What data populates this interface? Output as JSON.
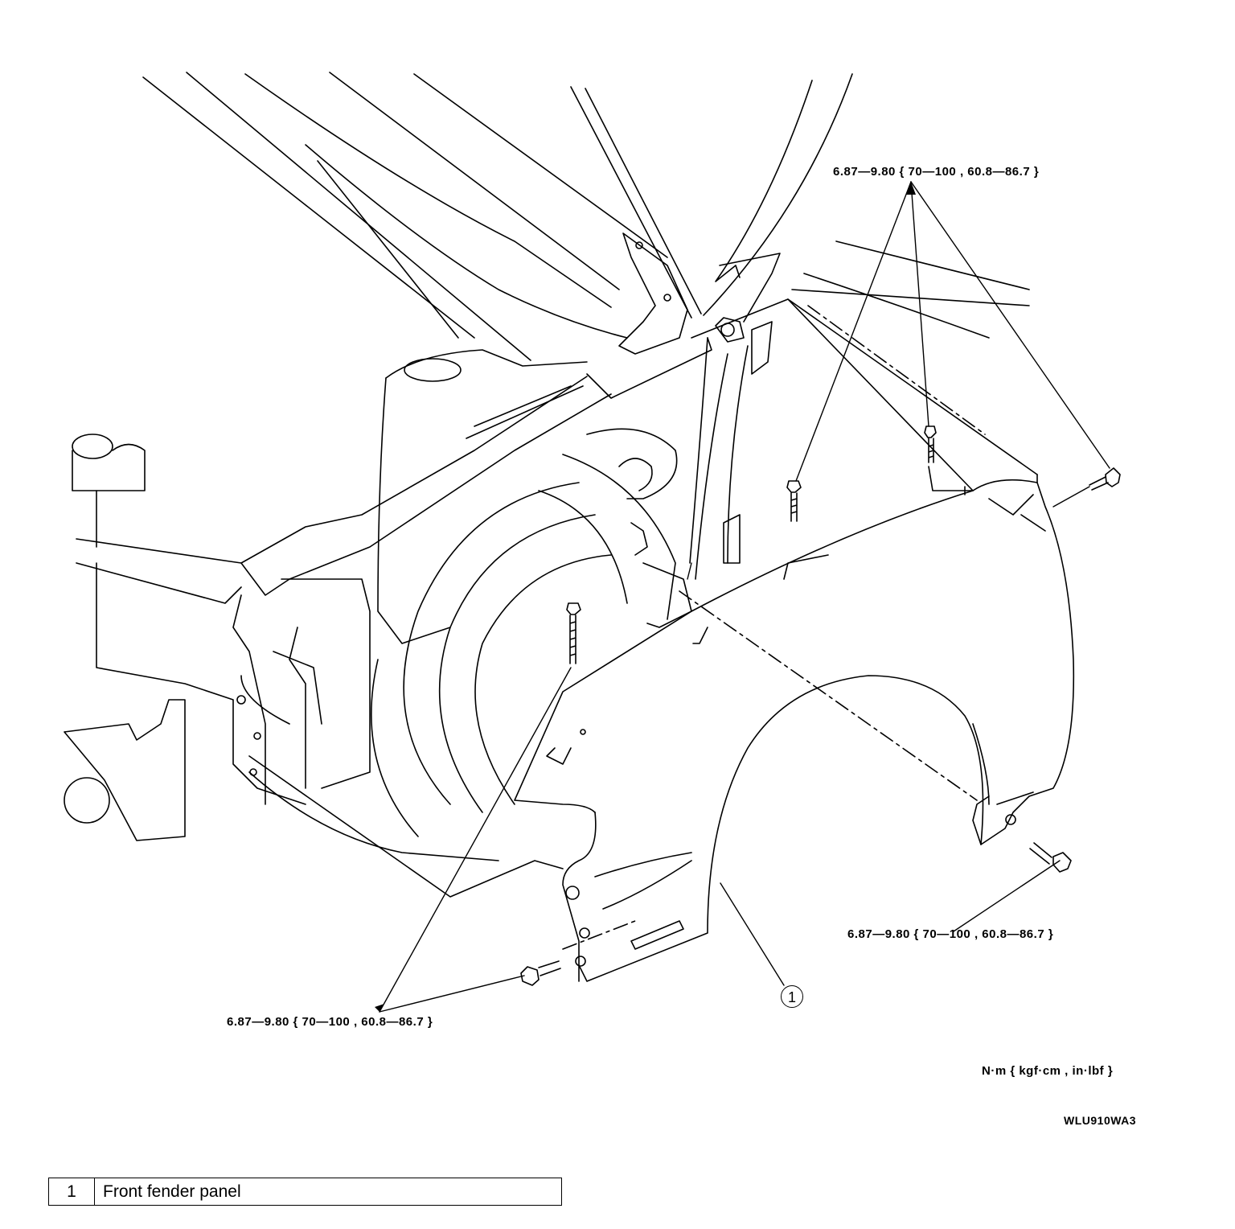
{
  "torque_labels": {
    "top": "6.87—9.80 { 70—100 , 60.8—86.7 }",
    "right": "6.87—9.80 { 70—100 , 60.8—86.7 }",
    "bottom": "6.87—9.80 { 70—100 , 60.8—86.7 }"
  },
  "units": "N·m { kgf·cm , in·lbf }",
  "figure_code": "WLU910WA3",
  "callout": "1",
  "legend": [
    {
      "number": "1",
      "name": "Front fender panel"
    }
  ],
  "colors": {
    "ink": "#000000",
    "paper": "#ffffff"
  }
}
